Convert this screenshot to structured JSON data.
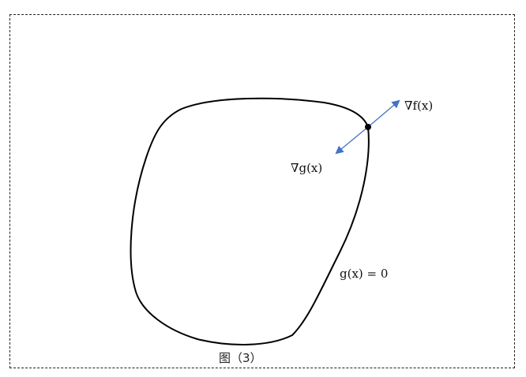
{
  "labels": {
    "grad_f": "∇f(x)",
    "grad_g": "∇g(x)",
    "constraint": "g(x) = 0"
  },
  "caption": "图（3）",
  "colors": {
    "arrow": "#4472C4",
    "curve": "#000000",
    "frame": "#222222"
  }
}
